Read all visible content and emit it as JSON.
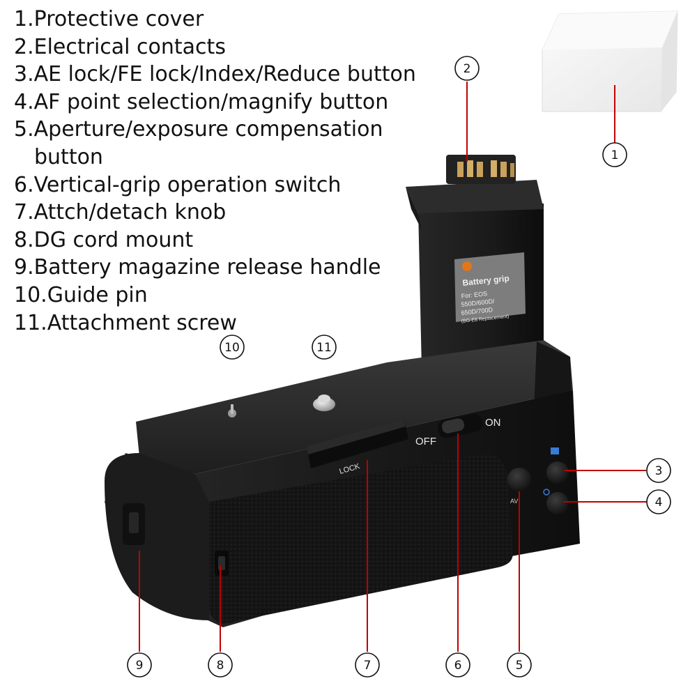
{
  "legend": [
    {
      "num": "1.",
      "text": "Protective cover"
    },
    {
      "num": "2.",
      "text": "Electrical contacts"
    },
    {
      "num": "3.",
      "text": "AE lock/FE lock/Index/Reduce button"
    },
    {
      "num": "4.",
      "text": "AF point selection/magnify button"
    },
    {
      "num": "5.",
      "text": "Aperture/exposure compensation",
      "cont": "button"
    },
    {
      "num": "6.",
      "text": "Vertical-grip operation switch"
    },
    {
      "num": "7.",
      "text": "Attch/detach knob"
    },
    {
      "num": "8.",
      "text": "DG cord mount"
    },
    {
      "num": "9.",
      "text": "Battery magazine release handle"
    },
    {
      "num": "10.",
      "text": "Guide pin"
    },
    {
      "num": "11.",
      "text": "Attachment screw"
    }
  ],
  "callouts": [
    "1",
    "2",
    "3",
    "4",
    "5",
    "6",
    "7",
    "8",
    "9",
    "10",
    "11"
  ],
  "sticker": {
    "title": "Battery grip",
    "line1": "For: EOS",
    "line2": "550D/600D/",
    "line3": "650D/700D",
    "line4": "(BG-E8 Replacement)"
  },
  "switch": {
    "off": "OFF",
    "on": "ON"
  },
  "knob_label": "LOCK",
  "button_label": "AV",
  "colors": {
    "leader": "#c00000",
    "body": "#1a1a1a",
    "grip": "#141414",
    "contacts": "#c9a15a",
    "cover": "#f1f1f1"
  }
}
